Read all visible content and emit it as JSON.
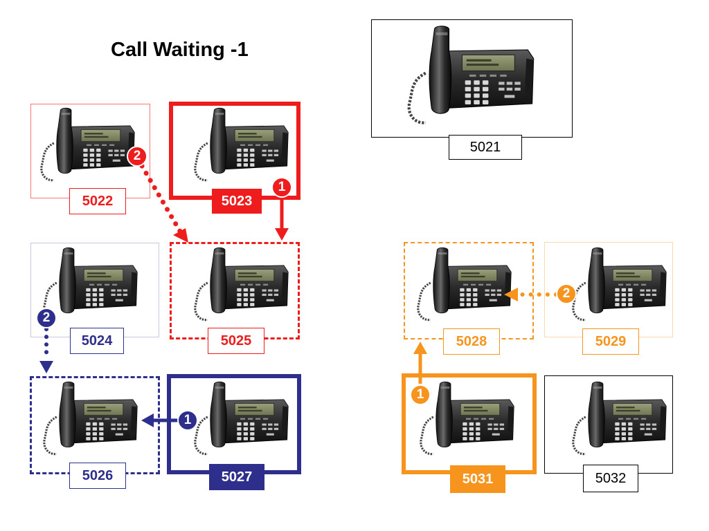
{
  "title": "Call Waiting -1",
  "colors": {
    "red": "#ee1c1c",
    "blue": "#2e2e8c",
    "orange": "#f7941d",
    "black": "#000000"
  },
  "extensions": {
    "e5021": "5021",
    "e5022": "5022",
    "e5023": "5023",
    "e5024": "5024",
    "e5025": "5025",
    "e5026": "5026",
    "e5027": "5027",
    "e5028": "5028",
    "e5029": "5029",
    "e5031": "5031",
    "e5032": "5032"
  },
  "steps": {
    "red_1": "1",
    "red_2": "2",
    "blue_1": "1",
    "blue_2": "2",
    "orange_1": "1",
    "orange_2": "2"
  },
  "icons": {
    "phone": "desk-ip-phone-icon"
  }
}
